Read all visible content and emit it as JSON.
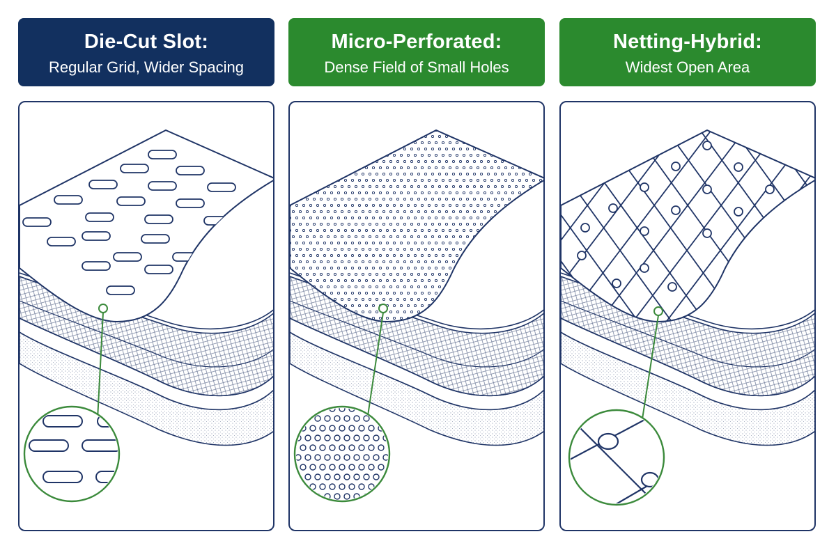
{
  "colors": {
    "navy": "#12305f",
    "green": "#2b8a2e",
    "outline": "#1f3466",
    "callout": "#3b8a3b"
  },
  "panels": [
    {
      "title": "Die-Cut Slot:",
      "subtitle": "Regular Grid, Wider Spacing",
      "header_color": "#12305f",
      "pattern": "slots"
    },
    {
      "title": "Micro-Perforated:",
      "subtitle": "Dense Field of Small Holes",
      "header_color": "#2b8a2e",
      "pattern": "dots"
    },
    {
      "title": "Netting-Hybrid:",
      "subtitle": "Widest Open Area",
      "header_color": "#2b8a2e",
      "pattern": "netting"
    }
  ]
}
